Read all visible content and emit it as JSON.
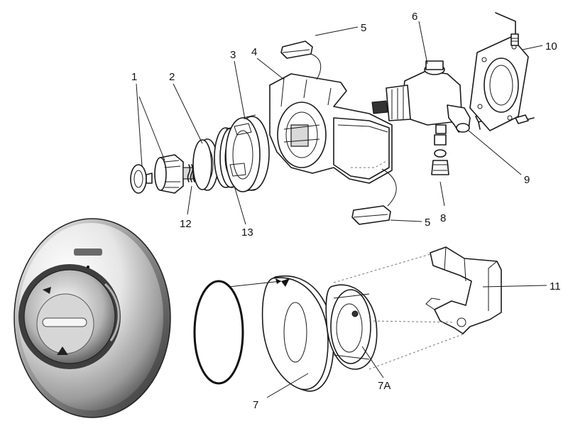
{
  "callouts": {
    "c1": "1",
    "c2": "2",
    "c3": "3",
    "c4": "4",
    "c5a": "5",
    "c5b": "5",
    "c6": "6",
    "c7": "7",
    "c7a": "7A",
    "c8": "8",
    "c9": "9",
    "c10": "10",
    "c11": "11",
    "c12": "12",
    "c13": "13"
  },
  "colors": {
    "ink": "#1a1a1a",
    "chrome_light": "#f2f2f2",
    "chrome_mid": "#b8b8b8",
    "chrome_dark": "#5a5a5a"
  }
}
